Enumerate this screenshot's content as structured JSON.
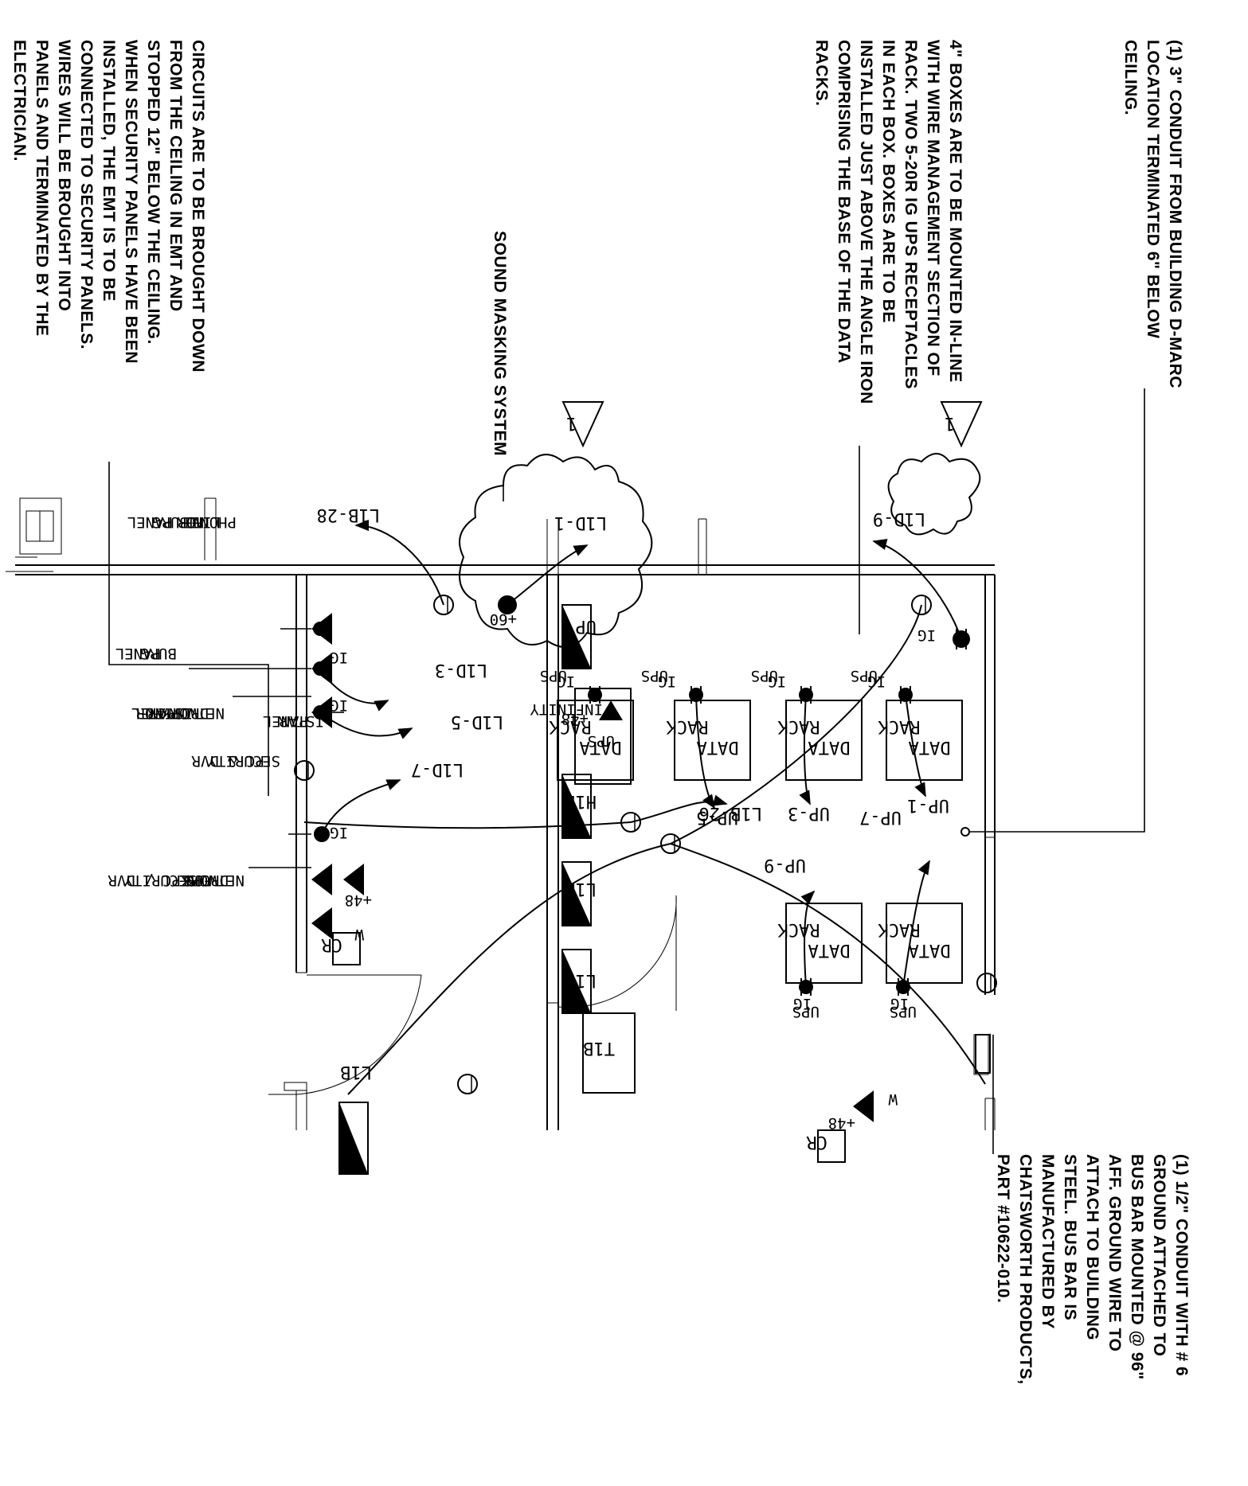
{
  "notes": {
    "dmarc": [
      "(1) 3\" CONDUIT FROM BUILDING D-MARC",
      "LOCATION TERMINATED 6\" BELOW",
      "CEILING."
    ],
    "boxes": [
      "4\" BOXES ARE TO BE MOUNTED IN-LINE",
      "WITH WIRE MANAGEMENT SECTION OF",
      "RACK. TWO 5-20R IG UPS RECEPTACLES",
      "IN EACH BOX. BOXES ARE TO BE",
      "INSTALLED JUST ABOVE THE ANGLE IRON",
      "COMPRISING THE BASE OF THE DATA",
      "RACKS."
    ],
    "circuits": [
      "CIRCUITS ARE TO BE BROUGHT DOWN",
      "FROM THE CEILING IN EMT AND",
      "STOPPED 12\" BELOW THE CEILING.",
      "WHEN SECURITY PANELS HAVE BEEN",
      "INSTALLED, THE EMT IS TO BE",
      "CONNECTED TO SECURITY PANELS.",
      "WIRES WILL BE BROUGHT INTO",
      "PANELS AND TERMINATED BY THE",
      "ELECTRICIAN."
    ],
    "ground": [
      "(1) 1/2\" CONDUIT WITH # 6",
      "GROUND ATTACHED TO",
      "BUS BAR MOUNTED @ 96\"",
      "AFF. GROUND WIRE TO",
      "ATTACH TO BUILDING",
      "STEEL. BUS BAR IS",
      "MANUFACTURED BY",
      "CHATSWORTH PRODUCTS,",
      "PART #10622-010."
    ],
    "sound_masking": "SOUND MASKING SYSTEM"
  },
  "revision_tags": [
    "1",
    "1"
  ],
  "circuits": {
    "l1d9": "L1D-9",
    "l1d1": "L1D-1",
    "l1b28": "L1B-28",
    "l1d3": "L1D-3",
    "l1d5": "L1D-5",
    "l1d7": "L1D-7",
    "l1b26": "L1B-26",
    "l1b": "L1B",
    "up1": "UP-1",
    "up3": "UP-3",
    "up5": "UP-5",
    "up7": "UP-7",
    "up9": "UP-9"
  },
  "equipment": {
    "data_rack": [
      "DATA",
      "RACK"
    ],
    "infinity_ups": [
      "INFINITY",
      "UPS"
    ],
    "panel_up": "UP",
    "panel_h1b": "H1B",
    "panel_l1d": "L1D",
    "panel_l1c": "L1C",
    "panel_t1b": "T1B"
  },
  "symbols": {
    "ig": "IG",
    "ups": "UPS",
    "plus48": "+48",
    "plus60": "+60",
    "w": "W",
    "cr": "CR"
  },
  "labels": {
    "phone_line": [
      "PHONE",
      "LINE",
      "FOR",
      "BURG",
      "PANEL"
    ],
    "burg_panel": [
      "BURG",
      "PANEL"
    ],
    "network_istar": [
      "NETWORK",
      "DROP FOR",
      "ISTAR",
      "PANEL"
    ],
    "istar_panel": [
      "ISTAR",
      "PANEL"
    ],
    "security_pc": [
      "SECURITY",
      "PC & DVR"
    ],
    "network_security": [
      "NETWORK",
      "DROPS",
      "FOR",
      "SECURITY",
      "PC / DVR"
    ]
  }
}
